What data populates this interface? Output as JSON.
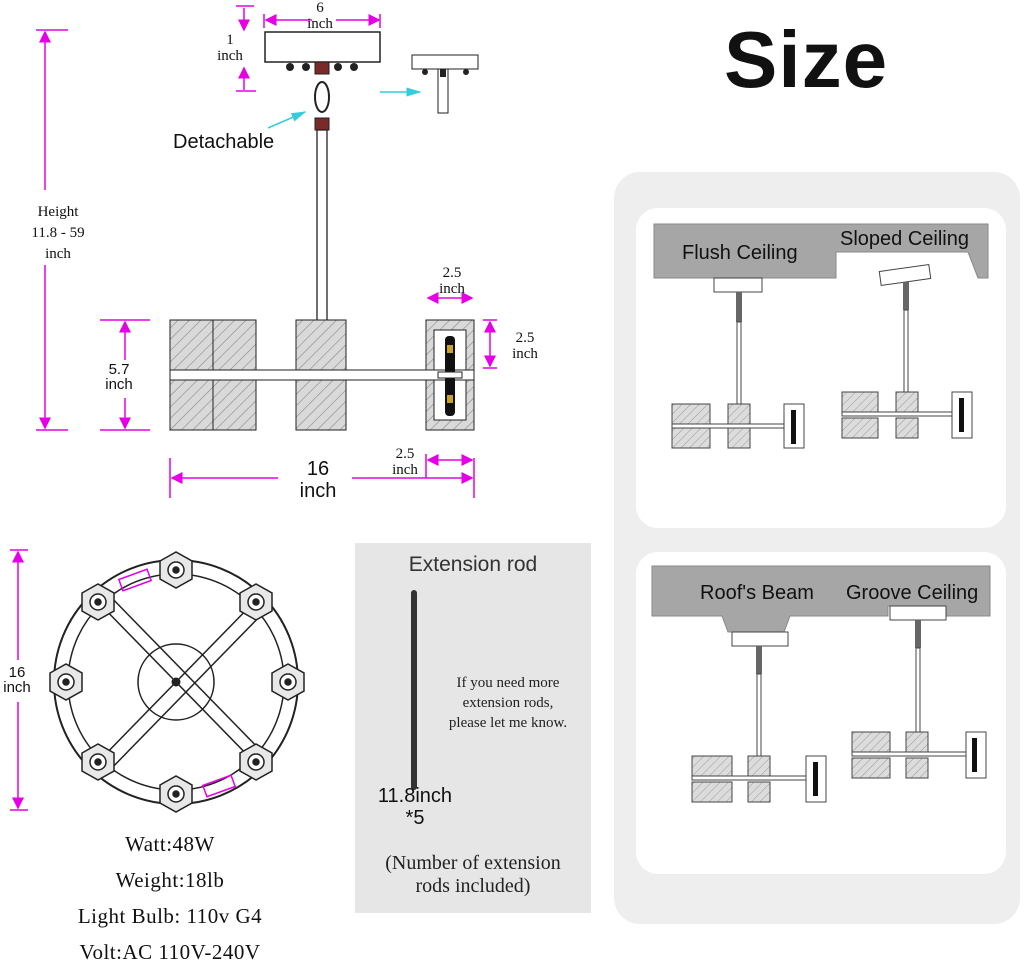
{
  "title": "Size",
  "side_view": {
    "canopy_width": "6\ninch",
    "canopy_height": "1\ninch",
    "detachable": "Detachable",
    "height": "Height\n11.8 - 59\ninch",
    "block_width": "2.5\ninch",
    "block_height": "2.5\ninch",
    "total_height": "5.7\ninch",
    "total_width": "16\ninch",
    "end_width": "2.5\ninch"
  },
  "top_view": {
    "diameter": "16\ninch"
  },
  "specs": {
    "watt": "Watt:48W",
    "weight": "Weight:18lb",
    "bulb": "Light Bulb: 110v G4",
    "volt": "Volt:AC 110V-240V"
  },
  "extension": {
    "title": "Extension rod",
    "note": "If you need more\nextension rods,\nplease let me know.",
    "length": "11.8inch\n*5",
    "count_note": "(Number of extension\nrods included)"
  },
  "ceilings": {
    "flush": "Flush Ceiling",
    "sloped": "Sloped Ceiling",
    "beam": "Roof's Beam",
    "groove": "Groove Ceiling"
  },
  "colors": {
    "dimension": "#e600e6",
    "pointer": "#33ccdd",
    "panel": "#eeeeee",
    "ceiling": "#a6a6a6"
  }
}
